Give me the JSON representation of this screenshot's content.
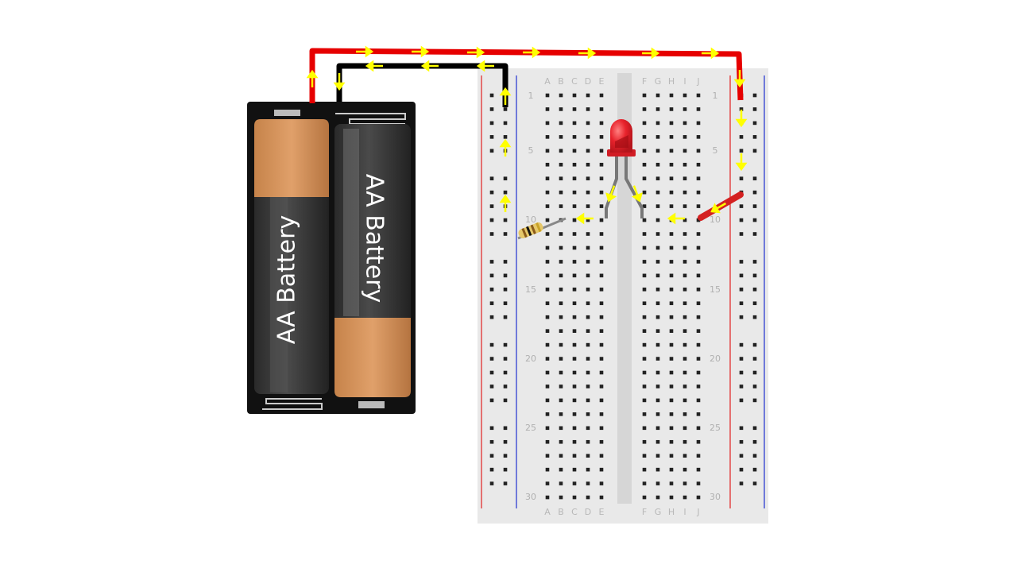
{
  "battery_pack": {
    "cells": [
      {
        "label": "AA Battery"
      },
      {
        "label": "AA Battery"
      }
    ]
  },
  "breadboard": {
    "column_letters_left": [
      "A",
      "B",
      "C",
      "D",
      "E"
    ],
    "column_letters_right": [
      "F",
      "G",
      "H",
      "I",
      "J"
    ],
    "row_numbers": [
      "1",
      "5",
      "10",
      "15",
      "20",
      "25",
      "30"
    ],
    "rows": 30
  },
  "components": {
    "led": {
      "color": "#e8232c"
    },
    "resistor": {
      "bands": [
        "#8a5a1a",
        "#111111",
        "#8a5a1a",
        "#c9a227"
      ]
    },
    "jumper_wire": {
      "color": "#d42020"
    }
  },
  "wires": {
    "positive": {
      "color": "#e60000"
    },
    "negative": {
      "color": "#000000"
    }
  },
  "current_arrows": {
    "color": "#ffff00"
  }
}
